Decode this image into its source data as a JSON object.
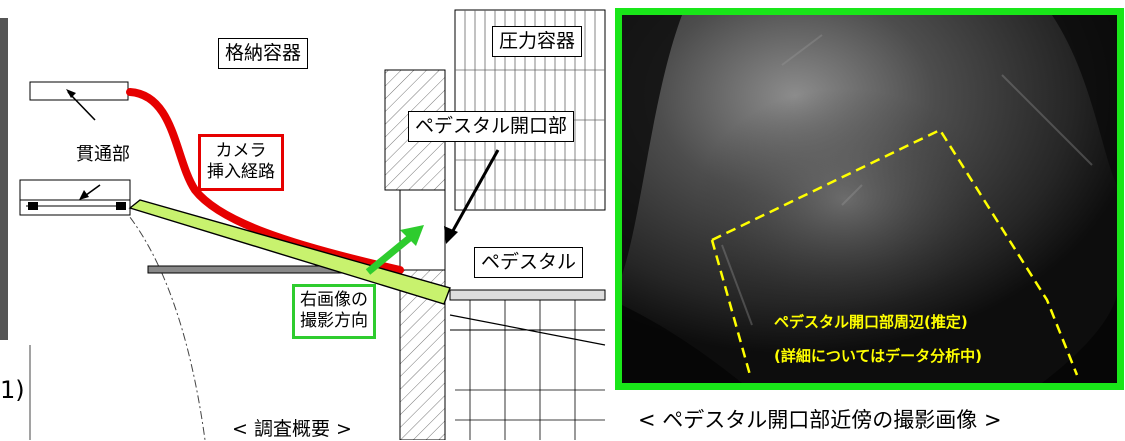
{
  "colors": {
    "camera_route": "#e60000",
    "camera_direction": "#2ecc2e",
    "photo_frame": "#19e619",
    "estimate_outline": "#ffff00"
  },
  "diagram": {
    "containment_label": "格納容器",
    "pressure_vessel_label": "圧力容器",
    "pedestal_opening_label": "ペデスタル開口部",
    "pedestal_label": "ペデスタル",
    "penetration_label": "貫通部",
    "camera_route_label": [
      "カメラ",
      "挿入経路"
    ],
    "direction_label": [
      "右画像の",
      "撮影方向"
    ],
    "edge_fragment": "1)",
    "caption": "< 調査概要 >"
  },
  "photo": {
    "annotation_line1": "ペデスタル開口部周辺(推定)",
    "annotation_line2": "(詳細についてはデータ分析中)",
    "caption": "< ペデスタル開口部近傍の撮影画像 >"
  }
}
